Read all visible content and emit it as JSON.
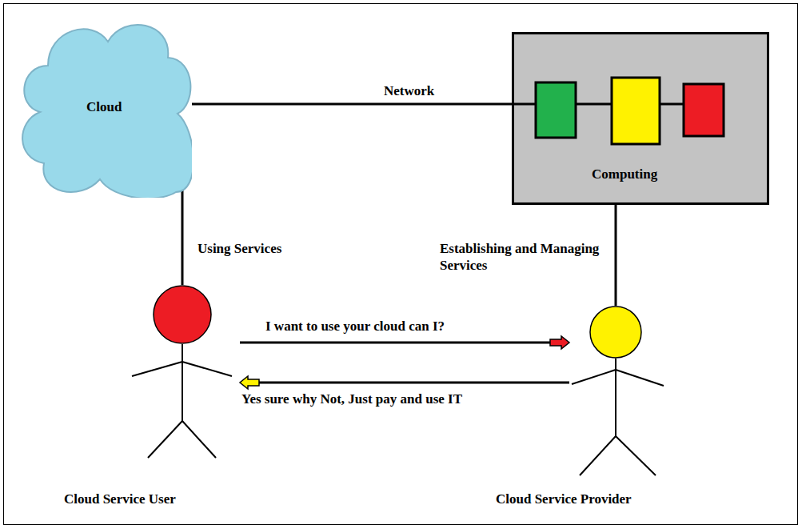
{
  "diagram": {
    "nodes": [
      {
        "text": [
          "Cloud"
        ]
      },
      {
        "text": [
          "Computing"
        ]
      },
      {
        "text": [
          "Cloud Service User"
        ]
      },
      {
        "text": [
          "Cloud Service Provider"
        ]
      }
    ],
    "edges": [
      {
        "from": 0,
        "to": 1,
        "arrow": "none",
        "label": "Network"
      },
      {
        "from": 0,
        "to": 2,
        "arrow": "none",
        "label": "Using Services"
      },
      {
        "from": 1,
        "to": 3,
        "arrow": "none",
        "label": "Establishing and Managing Services"
      },
      {
        "from": 2,
        "to": 3,
        "arrow": "to",
        "label": "I want to use your cloud can I?"
      },
      {
        "from": 3,
        "to": 2,
        "arrow": "to",
        "label": "Yes sure why Not, Just pay and use IT"
      }
    ]
  }
}
